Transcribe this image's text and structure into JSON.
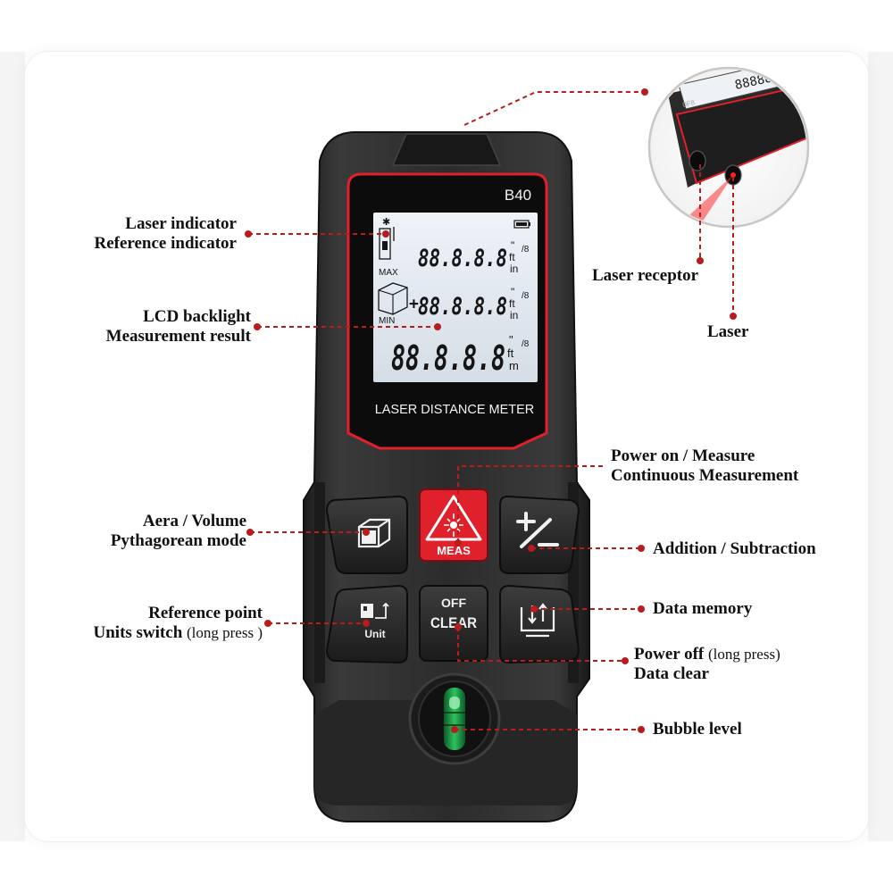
{
  "device": {
    "model": "B40",
    "panel_label": "LASER DISTANCE METER",
    "lcd": {
      "max_label": "MAX",
      "min_label": "MIN",
      "row1": "88.8.8.8",
      "row2": "88.8.8.8",
      "row3": "88.8.8.8",
      "plus_sign": "+",
      "unit_ft": "ft",
      "unit_in": "in",
      "unit_m": "m",
      "unit_quote": "\"",
      "unit_frac": "/8"
    },
    "buttons": {
      "meas": "MEAS",
      "off": "OFF",
      "clear": "CLEAR",
      "unit": "Unit"
    },
    "inset_model": "0F8"
  },
  "callouts": {
    "laser_indicator": "Laser indicator",
    "reference_indicator": "Reference indicator",
    "lcd_backlight": "LCD backlight",
    "measurement_result": "Measurement result",
    "area_volume": "Aera / Volume",
    "pythagorean": "Pythagorean mode",
    "reference_point": "Reference point",
    "units_switch": "Units switch",
    "units_switch_note": "(long press )",
    "laser_receptor": "Laser receptor",
    "laser": "Laser",
    "power_on": "Power on / Measure",
    "continuous": "Continuous Measurement",
    "add_sub": "Addition / Subtraction",
    "data_memory": "Data memory",
    "power_off": "Power off",
    "power_off_note": "(long press)",
    "data_clear": "Data clear",
    "bubble_level": "Bubble level"
  },
  "colors": {
    "accent": "#e0202a",
    "body": "#2a2a2a",
    "lcd": "#dfe6ee",
    "leader": "#b81c1c"
  }
}
